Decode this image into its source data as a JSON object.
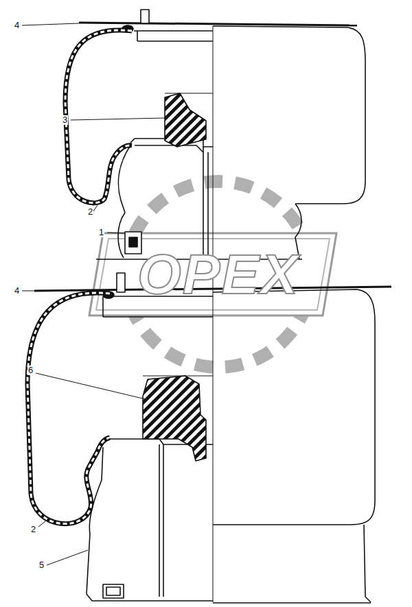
{
  "diagram": {
    "labels": [
      "4",
      "3",
      "2",
      "1",
      "4",
      "6",
      "2",
      "5",
      "OPEX"
    ]
  }
}
